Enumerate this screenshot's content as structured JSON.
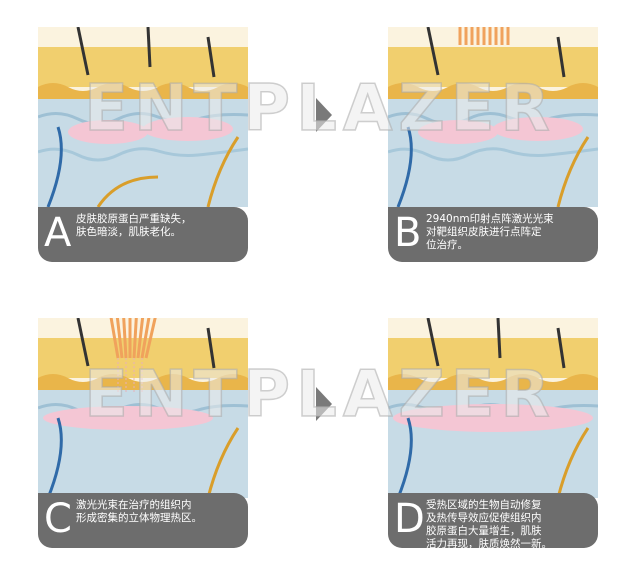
{
  "watermark": "ENTPLAZER",
  "panels": [
    {
      "letter": "A",
      "text": "皮肤胶原蛋白严重缺失，\n肤色暗淡，肌肤老化。"
    },
    {
      "letter": "B",
      "text": "2940nm印射点阵激光光束\n对靶组织皮肤进行点阵定\n位治疗。"
    },
    {
      "letter": "C",
      "text": "激光光束在治疗的组织内\n形成密集的立体物理热区。"
    },
    {
      "letter": "D",
      "text": "受热区域的生物自动修复\n及热传导效应促使组织内\n胶原蛋白大量增生，肌肤\n活力再现，肤质焕然一新。"
    }
  ],
  "colors": {
    "epidermis": "#f1cf6e",
    "dermis": "#c7dbe6",
    "collagen": "#f4c6d4",
    "laser": "#f0a25c",
    "caption_bg": "#6d6d6d"
  }
}
